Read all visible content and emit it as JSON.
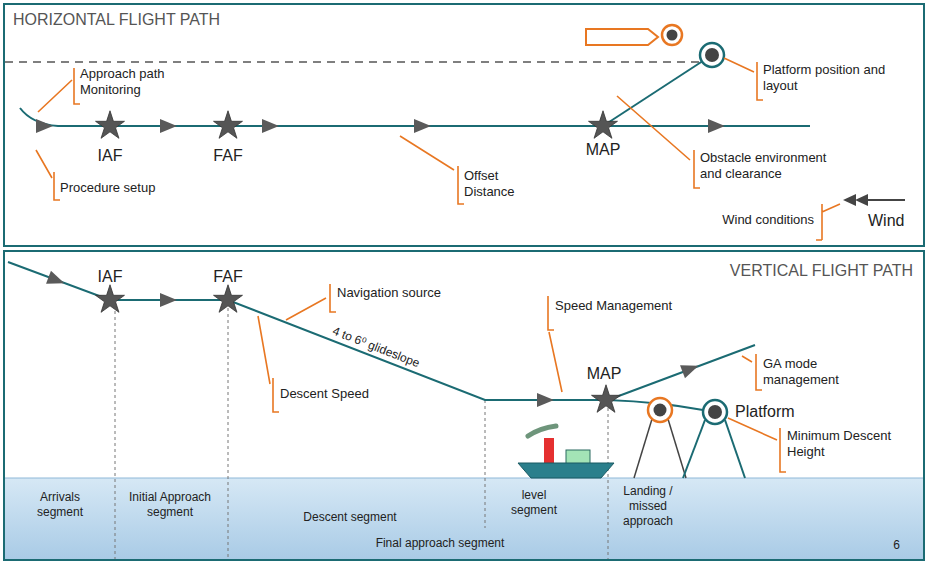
{
  "diagram": {
    "nodes": [
      {
        "text": [
          "HORIZONTAL FLIGHT PATH"
        ]
      },
      {
        "text": [
          "VERTICAL FLIGHT PATH"
        ]
      }
    ],
    "labels": [
      "Approach path Monitoring",
      "IAF",
      "FAF",
      "Procedure setup",
      "Offset Distance",
      "MAP",
      "Platform position and layout",
      "Obstacle environment and clearance",
      "Wind conditions",
      "Wind",
      "IAF",
      "FAF",
      "Navigation source",
      "4 to 6⁰ glideslope",
      "Descent Speed",
      "Speed Management",
      "MAP",
      "GA mode management",
      "Platform",
      "Minimum Descent Height",
      "Arrivals segment",
      "Initial Approach segment",
      "Descent segment",
      "level segment",
      "Landing / missed approach",
      "Final approach segment",
      "6"
    ]
  }
}
